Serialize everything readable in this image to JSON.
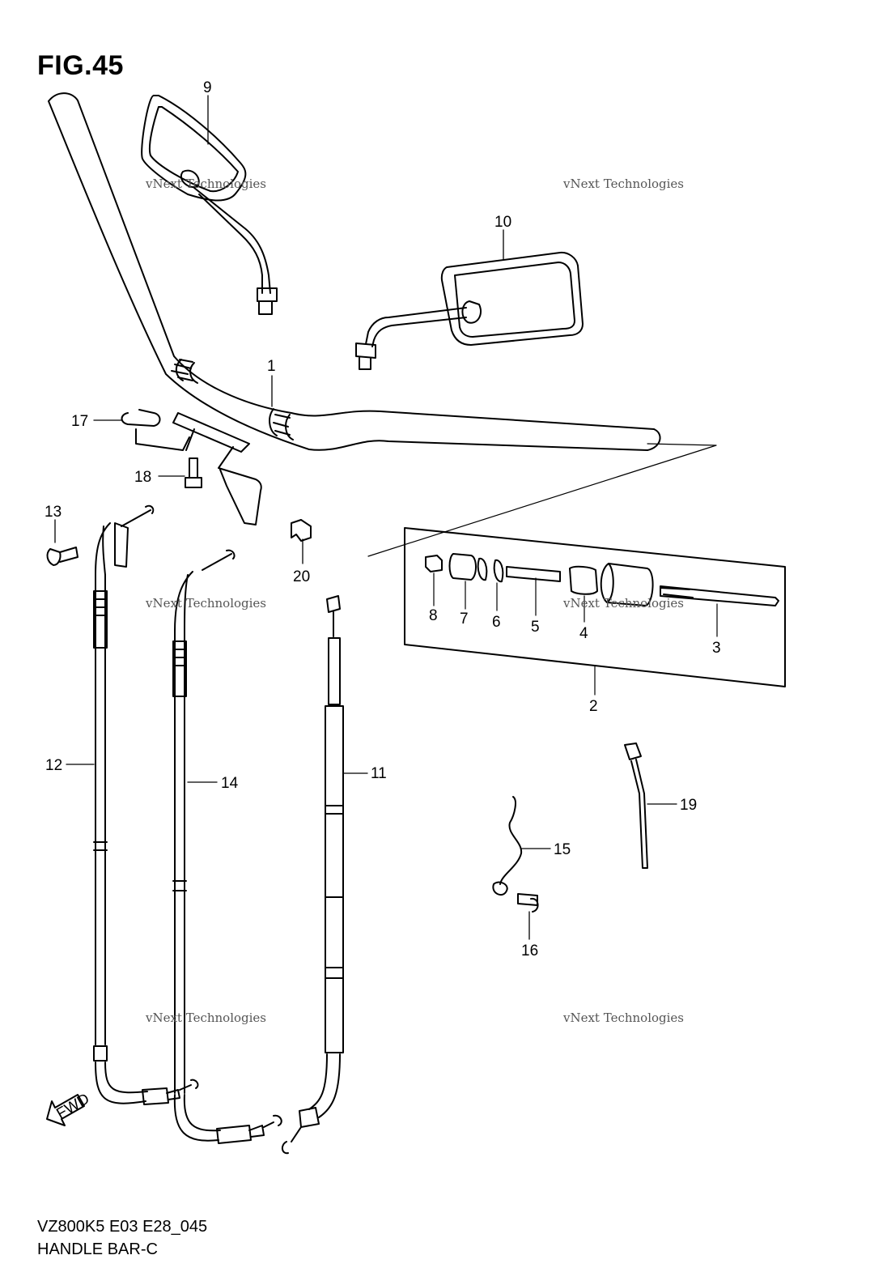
{
  "figure": {
    "title": "FIG.45",
    "model_code": "VZ800K5 E03 E28_045",
    "section": "HANDLE BAR-C"
  },
  "watermark": {
    "line1": "vNext Technologies",
    "line2": "Technologies",
    "line0": "vNext"
  },
  "fwd_label": "FWD",
  "callouts": [
    "1",
    "2",
    "3",
    "4",
    "5",
    "6",
    "7",
    "8",
    "9",
    "10",
    "11",
    "12",
    "13",
    "14",
    "15",
    "16",
    "17",
    "18",
    "19",
    "20"
  ]
}
